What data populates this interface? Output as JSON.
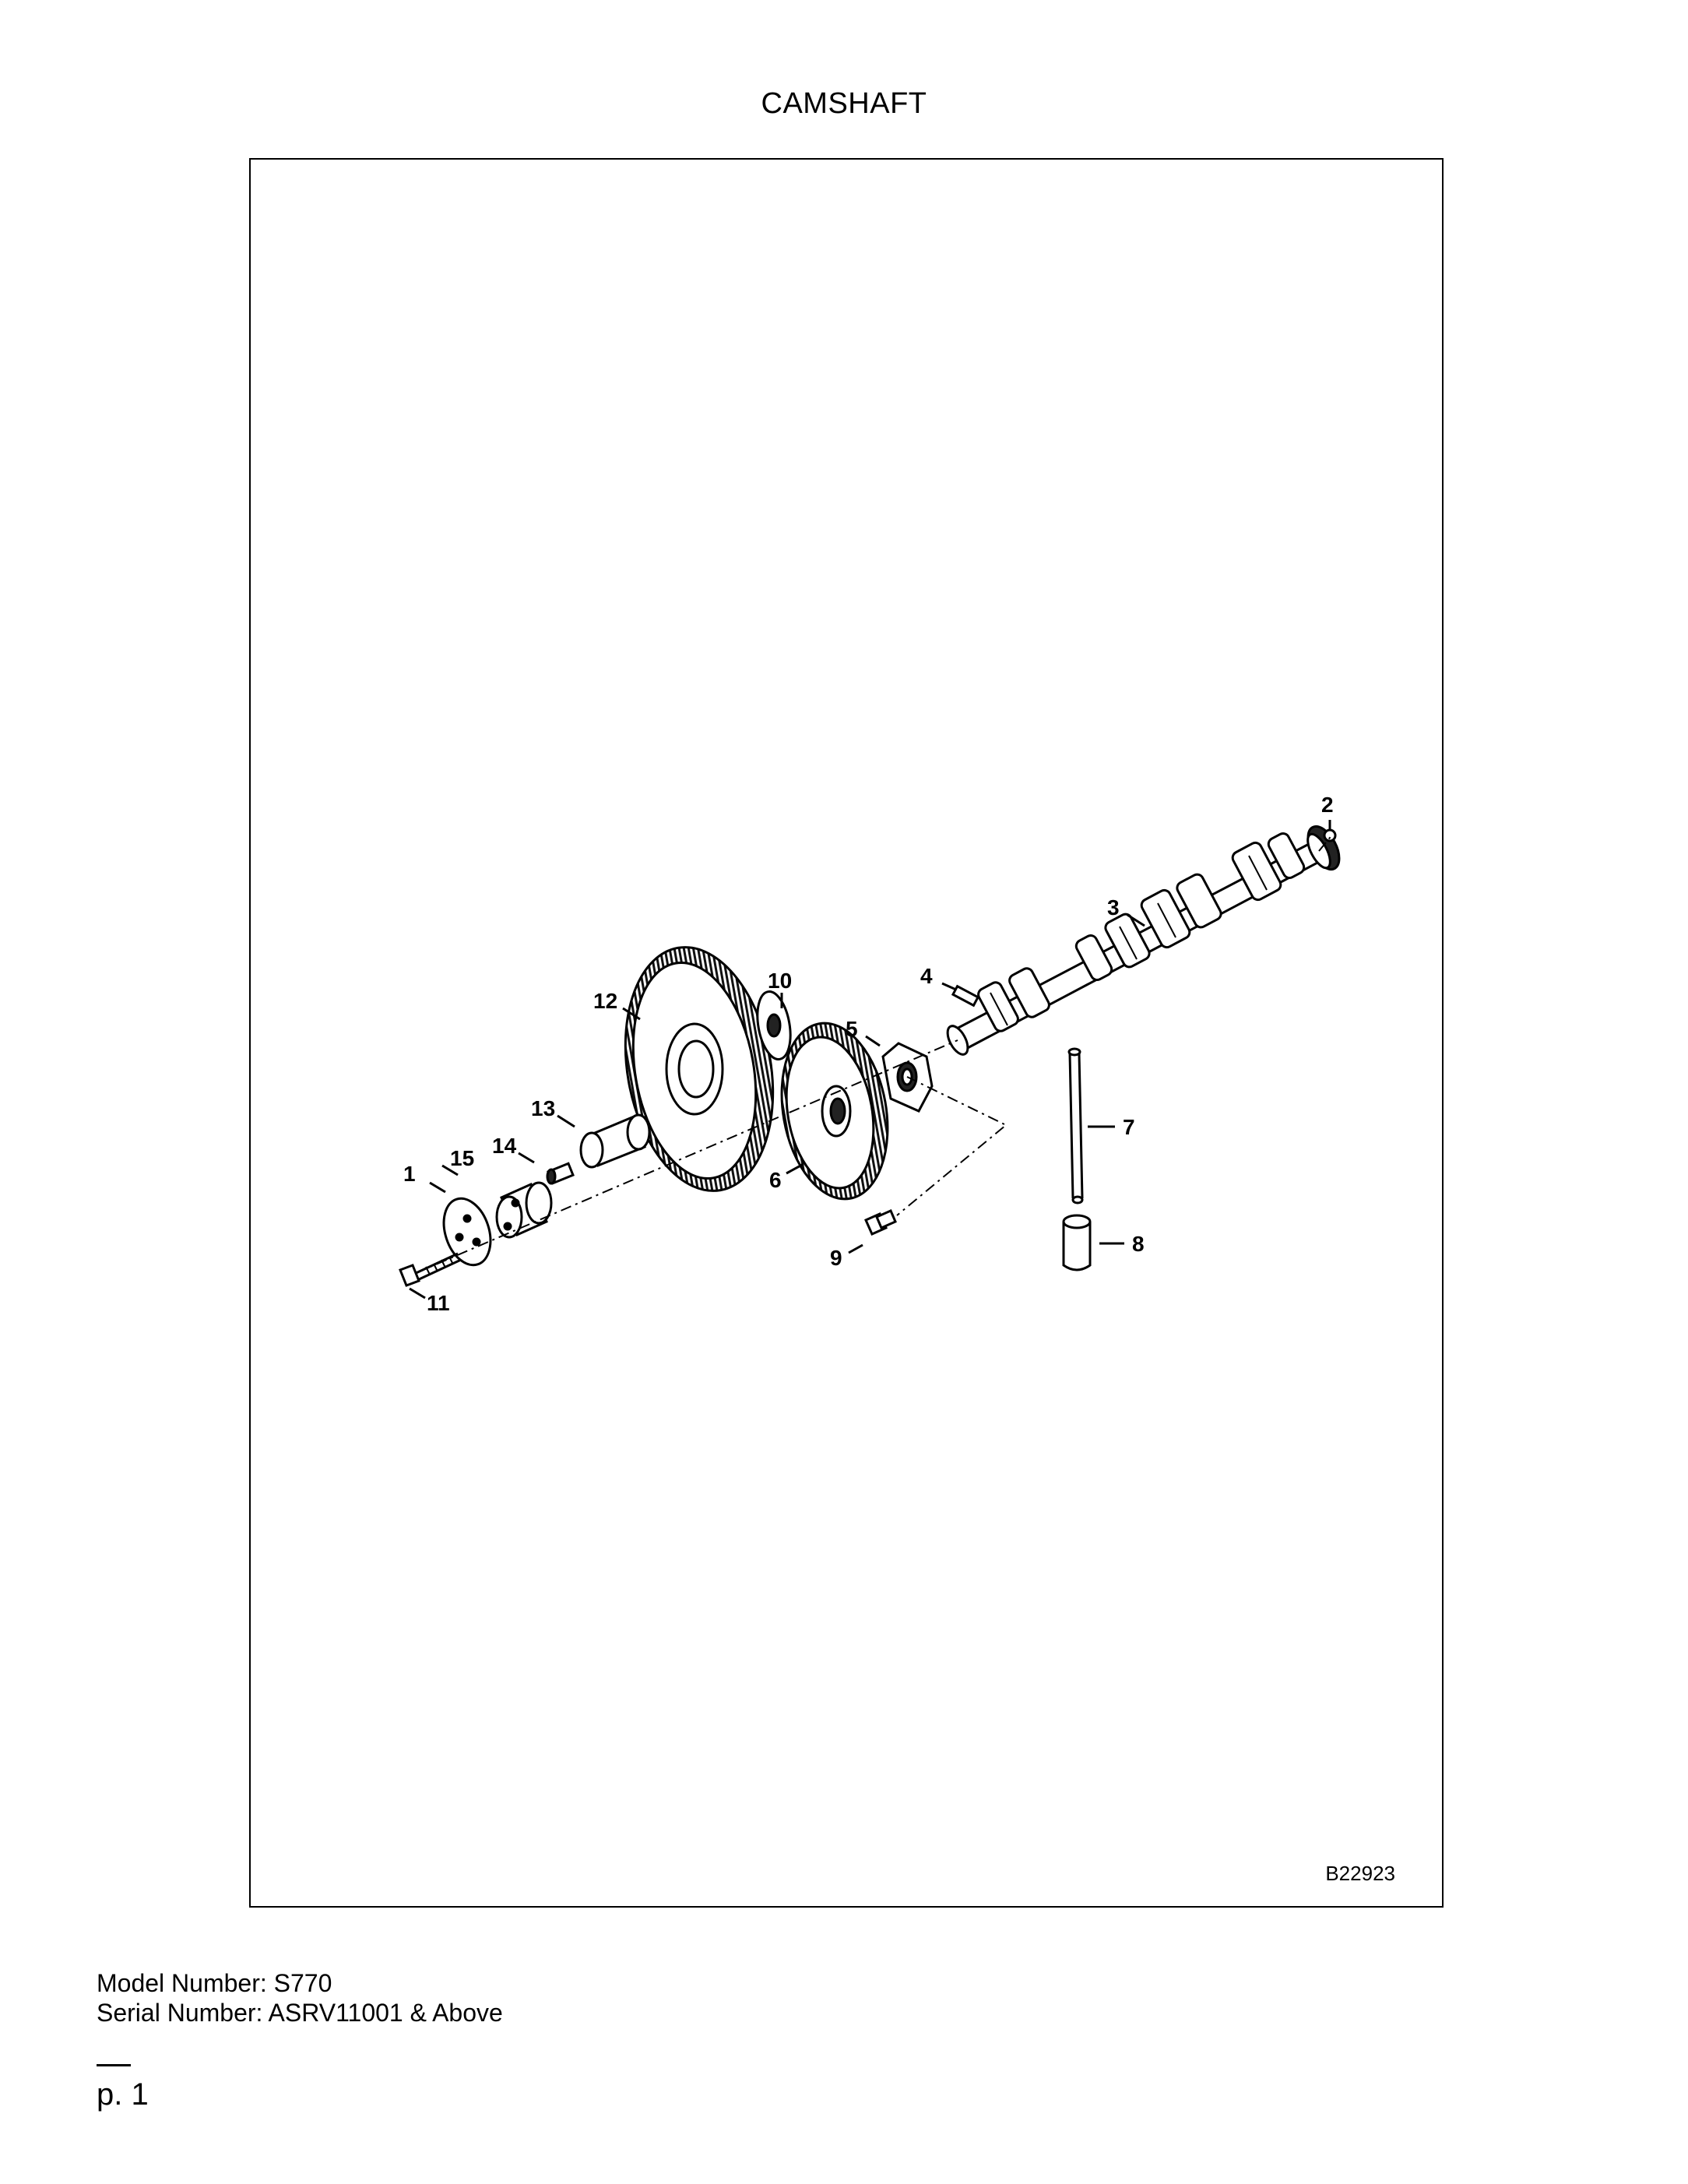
{
  "page": {
    "title": "CAMSHAFT",
    "figure_id": "B22923",
    "model_line": "Model Number: S770",
    "serial_line": "Serial Number: ASRV11001 & Above",
    "page_label": "p. 1"
  },
  "diagram": {
    "subject": "camshaft exploded parts view",
    "callouts": [
      "1",
      "2",
      "3",
      "4",
      "5",
      "6",
      "7",
      "8",
      "9",
      "10",
      "11",
      "12",
      "13",
      "14",
      "15"
    ]
  }
}
